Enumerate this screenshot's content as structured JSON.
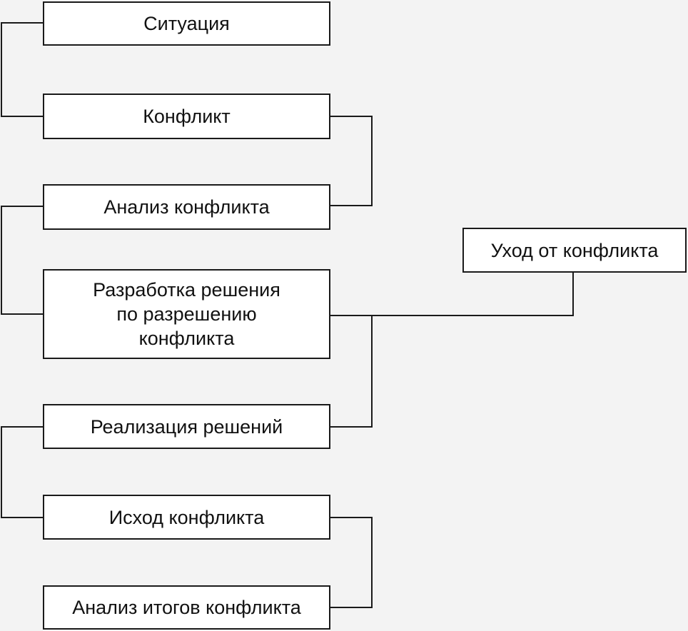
{
  "diagram": {
    "nodes": {
      "situation": "Ситуация",
      "conflict": "Конфликт",
      "analysis": "Анализ конфликта",
      "development": "Разработка решения\nпо разрешению\nконфликта",
      "implementation": "Реализация решений",
      "outcome": "Исход конфликта",
      "results_analysis": "Анализ итогов конфликта",
      "avoidance": "Уход от конфликта"
    },
    "edges": [
      {
        "from": "situation",
        "to": "conflict"
      },
      {
        "from": "conflict",
        "to": "analysis"
      },
      {
        "from": "analysis",
        "to": "development"
      },
      {
        "from": "development",
        "to": "avoidance"
      },
      {
        "from": "development",
        "to": "implementation"
      },
      {
        "from": "implementation",
        "to": "outcome"
      },
      {
        "from": "outcome",
        "to": "results_analysis"
      }
    ],
    "colors": {
      "background": "#f3f3f3",
      "box_fill": "#ffffff",
      "line": "#1a1a1a",
      "text": "#111111"
    }
  }
}
